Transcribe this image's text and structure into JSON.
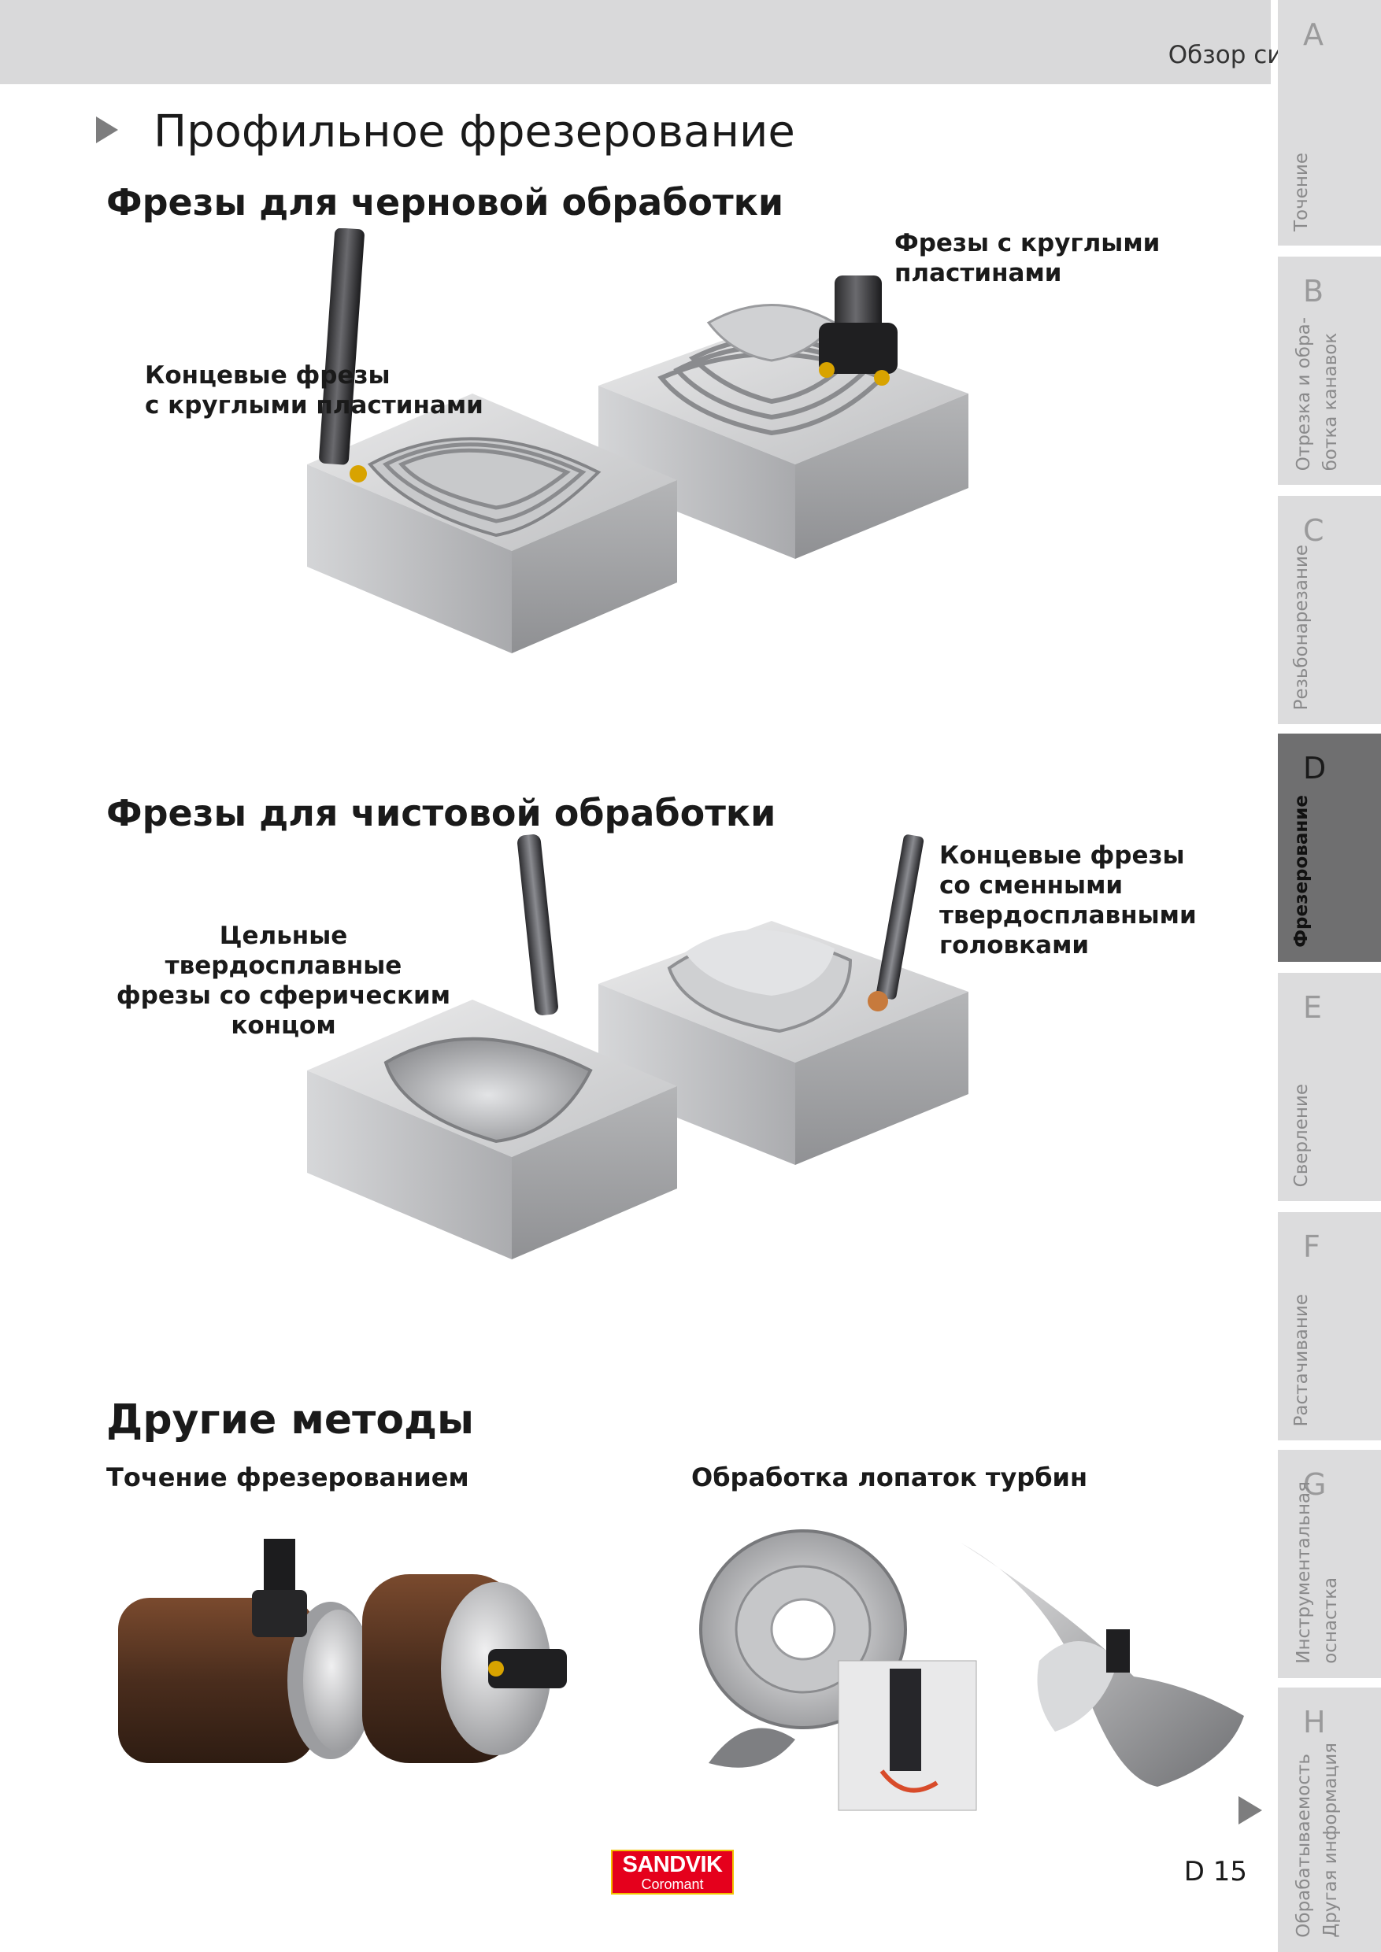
{
  "header": {
    "title": "Обзор систем"
  },
  "sidebar": {
    "tabs": [
      {
        "letter": "A",
        "label": "Точение"
      },
      {
        "letter": "B",
        "label": "Отрезка и обра-\nботка канавок"
      },
      {
        "letter": "C",
        "label": "Резьбонарезание"
      },
      {
        "letter": "D",
        "label": "Фрезерование"
      },
      {
        "letter": "E",
        "label": "Сверление"
      },
      {
        "letter": "F",
        "label": "Растачивание"
      },
      {
        "letter": "G",
        "label": "Инструментальная\nоснастка"
      },
      {
        "letter": "H",
        "label": "Обрабатываемость\nДругая информация"
      }
    ]
  },
  "main": {
    "title": "Профильное фрезерование",
    "roughing": {
      "heading": "Фрезы для черновой обработки",
      "caption_left": "Концевые фрезы\nс круглыми пластинами",
      "caption_right": "Фрезы с круглыми\nпластинами"
    },
    "finishing": {
      "heading": "Фрезы для чистовой обработки",
      "caption_left": "Цельные твердосплавные\nфрезы со сферическим\nконцом",
      "caption_right": "Концевые фрезы\nсо сменными\nтвердосплавными\nголовками"
    },
    "other": {
      "heading": "Другие методы",
      "left_label": "Точение фрезерованием",
      "right_label": "Обработка лопаток турбин"
    }
  },
  "footer": {
    "logo_line1": "SANDVIK",
    "logo_line2": "Coromant",
    "page_number": "D 15"
  },
  "colors": {
    "header_bg": "#d9d9da",
    "tab_bg": "#dcdcdd",
    "tab_active_bg": "#6f6f70",
    "logo_red": "#e5001c",
    "logo_yellow": "#f2c200"
  }
}
